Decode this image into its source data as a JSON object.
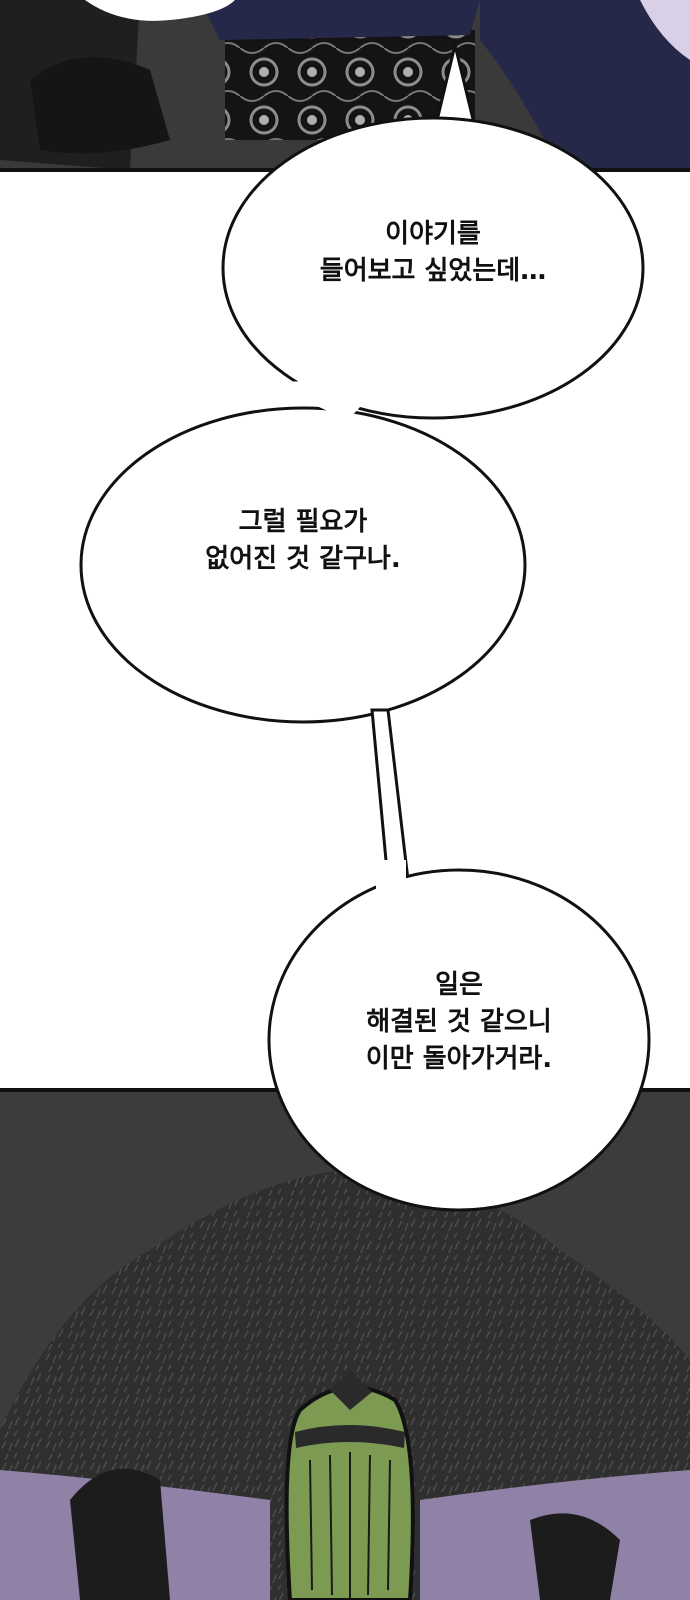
{
  "colors": {
    "panel_dark": "#3b3b3b",
    "robe_navy": "#26284a",
    "hair_green": "#7d9a52",
    "floor_purple": "#8f82a6",
    "ink": "#111111"
  },
  "bubbles": [
    {
      "lines": [
        "이야기를",
        "들어보고 싶었는데…"
      ]
    },
    {
      "lines": [
        "그럴 필요가",
        "없어진 것 같구나."
      ]
    },
    {
      "lines": [
        "일은",
        "해결된 것 같으니",
        "이만 돌아가거라."
      ]
    }
  ]
}
